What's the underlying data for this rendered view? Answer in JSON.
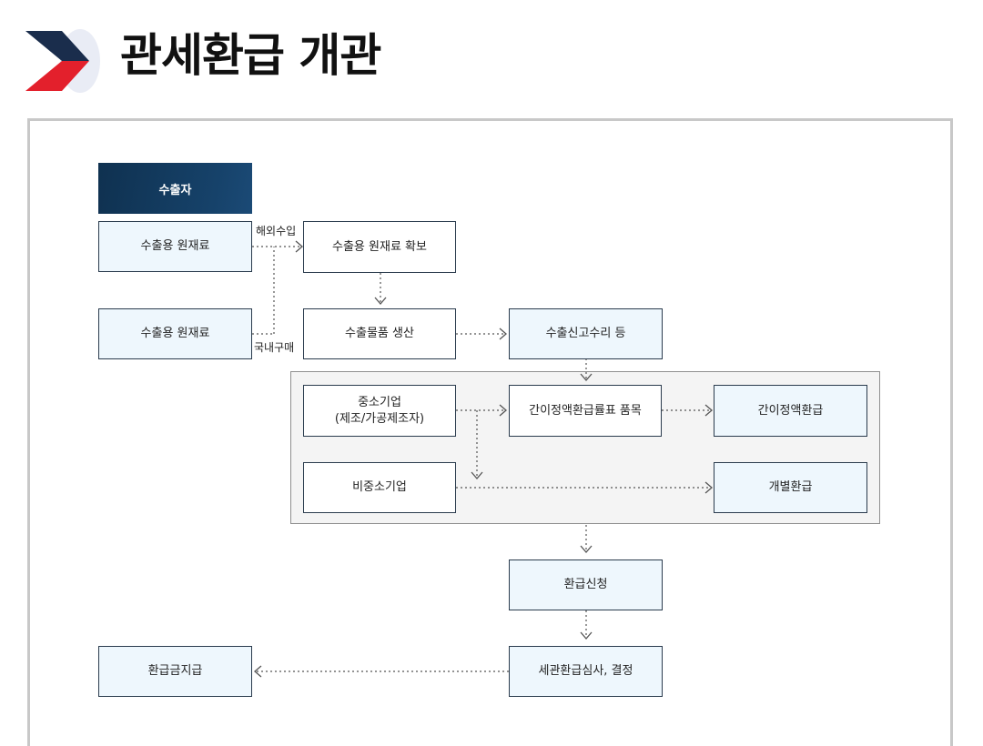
{
  "header": {
    "title": "관세환급 개관"
  },
  "colors": {
    "logo_navy": "#1a2d4c",
    "logo_red": "#e3202c",
    "logo_bg": "#e9ecf5",
    "exporter_bg": "#16426a",
    "box_fill": "#eef7fd",
    "box_border": "#2a3b4d",
    "group_fill": "#f4f4f4"
  },
  "diagram": {
    "exporter": "수출자",
    "raw_material_import": "수출용 원재료",
    "raw_material_domestic": "수출용 원재료",
    "label_import": "해외수입",
    "label_domestic": "국내구매",
    "secure_materials": "수출용 원재료 확보",
    "production": "수출물품 생산",
    "export_declaration": "수출신고수리 등",
    "sme_line1": "중소기업",
    "sme_line2": "(제조/가공제조자)",
    "simple_rate_items": "간이정액환급률표 품목",
    "simple_refund": "간이정액환급",
    "non_sme": "비중소기업",
    "individual_refund": "개별환급",
    "refund_application": "환급신청",
    "customs_review": "세관환급심사, 결정",
    "refund_payment": "환급금지급"
  }
}
